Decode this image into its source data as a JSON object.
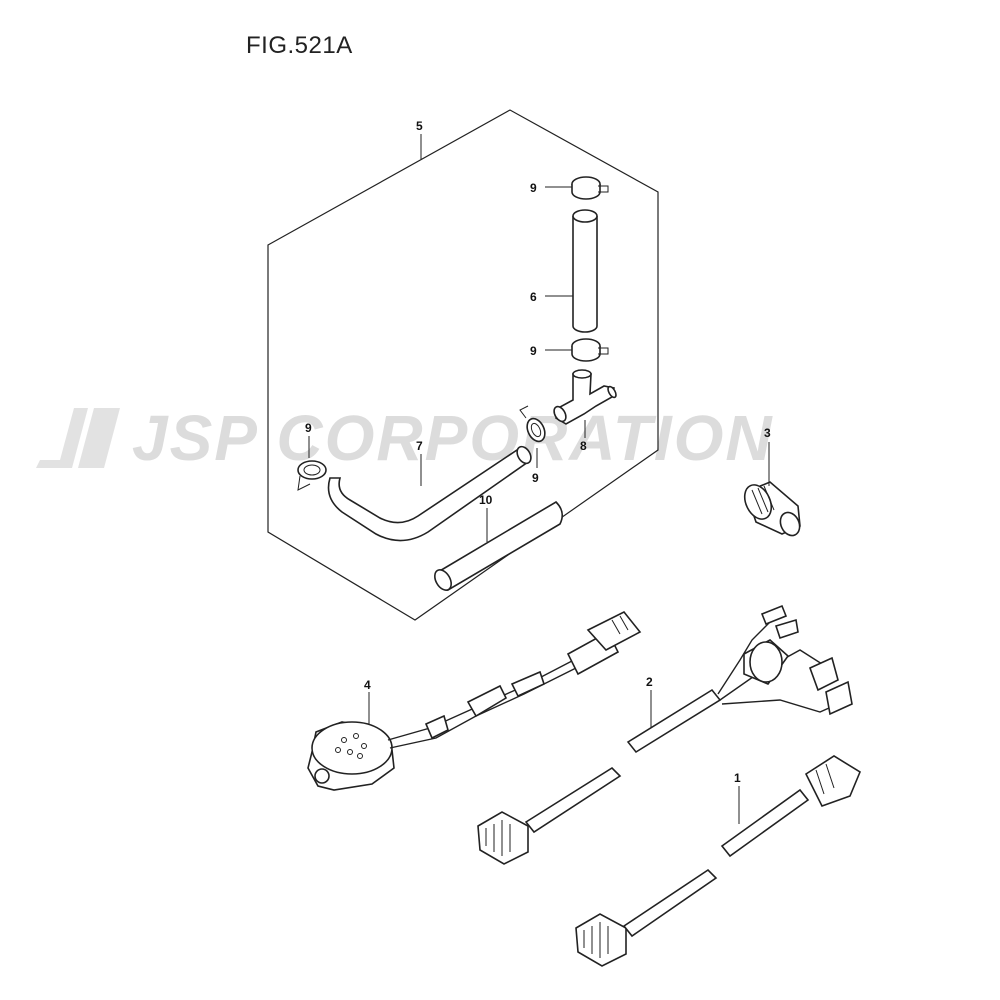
{
  "figure": {
    "title": "FIG.521A"
  },
  "watermark": {
    "text": "JSP CORPORATION"
  },
  "callouts": {
    "c1": "1",
    "c2": "2",
    "c3": "3",
    "c4": "4",
    "c5": "5",
    "c6": "6",
    "c7": "7",
    "c8": "8",
    "c9a": "9",
    "c9b": "9",
    "c9c": "9",
    "c9d": "9",
    "c10": "10"
  }
}
